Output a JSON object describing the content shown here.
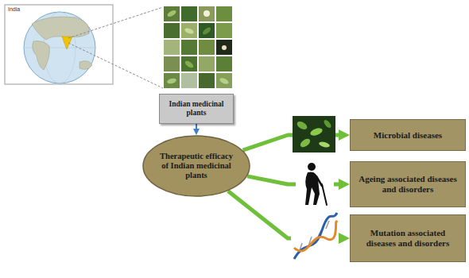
{
  "diagram": {
    "nodes": [
      {
        "text": [
          "Indian medicinal plants"
        ]
      },
      {
        "text": [
          "Therapeutic efficacy of Indian medicinal plants"
        ]
      },
      {
        "text": [
          "Microbial diseases"
        ]
      },
      {
        "text": [
          "Ageing associated diseases and disorders"
        ]
      },
      {
        "text": [
          "Mutation associated diseases and disorders"
        ]
      }
    ],
    "edges": [
      {
        "from": 0,
        "to": 1,
        "arrow": "to"
      },
      {
        "from": 1,
        "to": 2,
        "arrow": "to"
      },
      {
        "from": 1,
        "to": 3,
        "arrow": "to"
      },
      {
        "from": 1,
        "to": 4,
        "arrow": "to"
      }
    ],
    "labels": [
      "India"
    ]
  }
}
